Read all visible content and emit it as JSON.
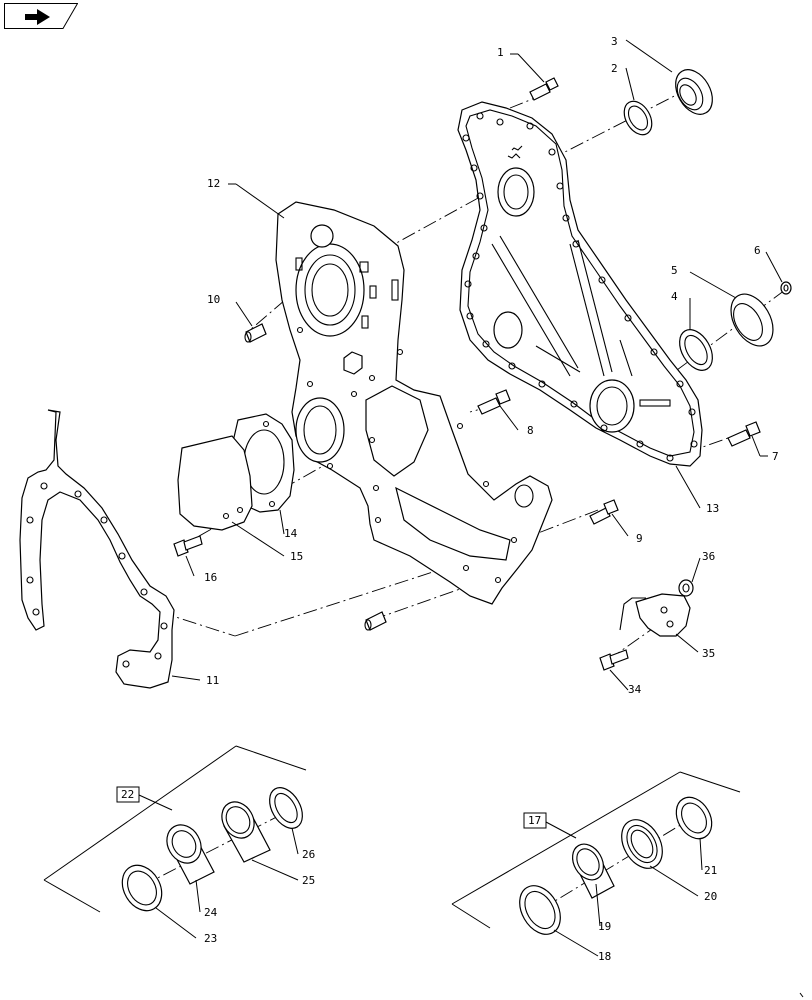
{
  "nav_icon": "back-arrow-icon",
  "callouts": {
    "c1": "1",
    "c2": "2",
    "c3": "3",
    "c5": "5",
    "c4": "4",
    "c6": "6",
    "c7": "7",
    "c8": "8",
    "c9": "9",
    "c10": "10",
    "c11": "11",
    "c12": "12",
    "c13": "13",
    "c14": "14",
    "c15": "15",
    "c16": "16",
    "c34": "34",
    "c35": "35",
    "c36": "36",
    "c18": "18",
    "c19": "19",
    "c20": "20",
    "c21": "21",
    "c23": "23",
    "c24": "24",
    "c25": "25",
    "c26": "26"
  },
  "kits": {
    "kit22": "22",
    "kit17": "17"
  }
}
